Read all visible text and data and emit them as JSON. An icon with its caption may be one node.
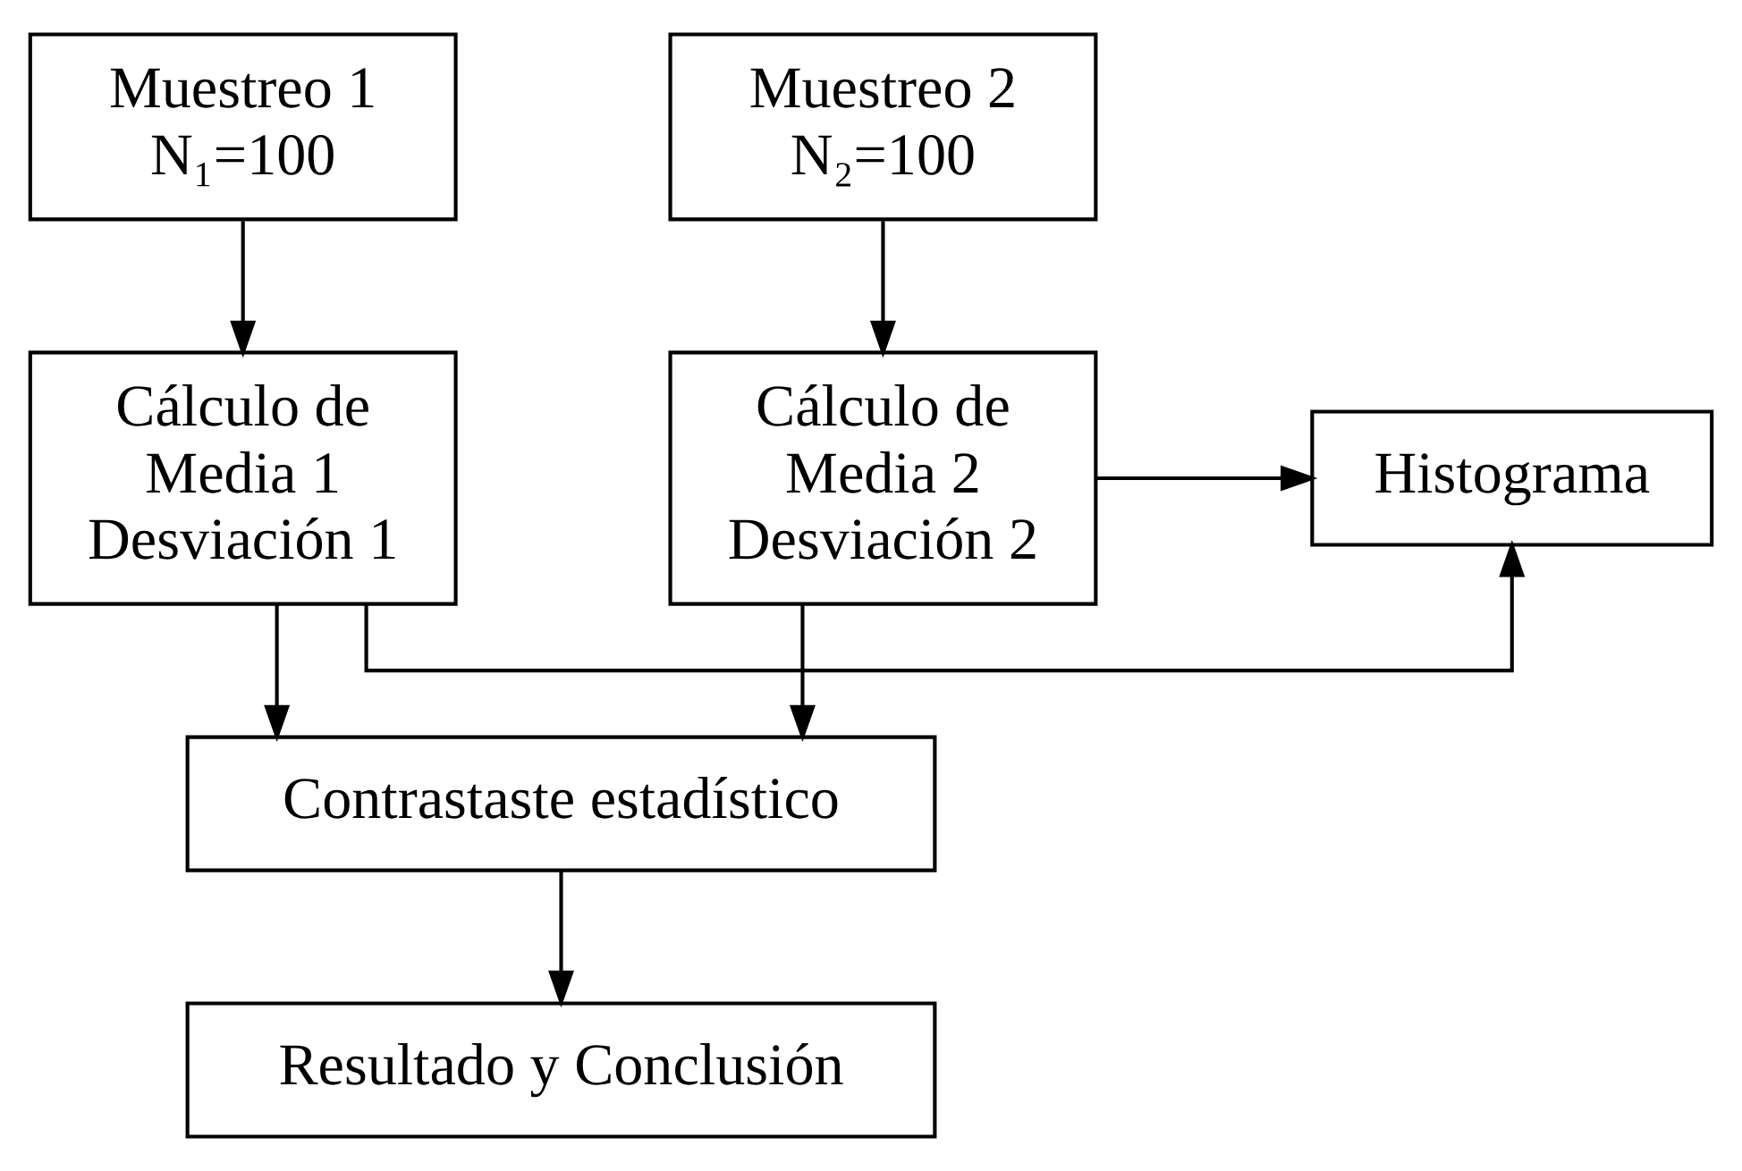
{
  "diagram": {
    "nodes": [
      {
        "text": [
          "Muestreo 1",
          "N₁=100"
        ]
      },
      {
        "text": [
          "Muestreo 2",
          "N₂=100"
        ]
      },
      {
        "text": [
          "Cálculo de Media 1 Desviación 1"
        ]
      },
      {
        "text": [
          "Histograma"
        ]
      },
      {
        "text": [
          "Cálculo de Media 2 Desviación 2"
        ]
      },
      {
        "text": [
          "Contrastaste estadístico"
        ]
      },
      {
        "text": [
          "Resultado y Conclusión"
        ]
      }
    ],
    "edges": [
      {
        "from": 0,
        "to": 2,
        "arrow": "to"
      },
      {
        "from": 1,
        "to": 4,
        "arrow": "to"
      },
      {
        "from": 2,
        "to": 3,
        "arrow": "to"
      },
      {
        "from": 4,
        "to": 3,
        "arrow": "to"
      },
      {
        "from": 2,
        "to": 5,
        "arrow": "to"
      },
      {
        "from": 4,
        "to": 5,
        "arrow": "to"
      },
      {
        "from": 5,
        "to": 6,
        "arrow": "to"
      }
    ]
  }
}
